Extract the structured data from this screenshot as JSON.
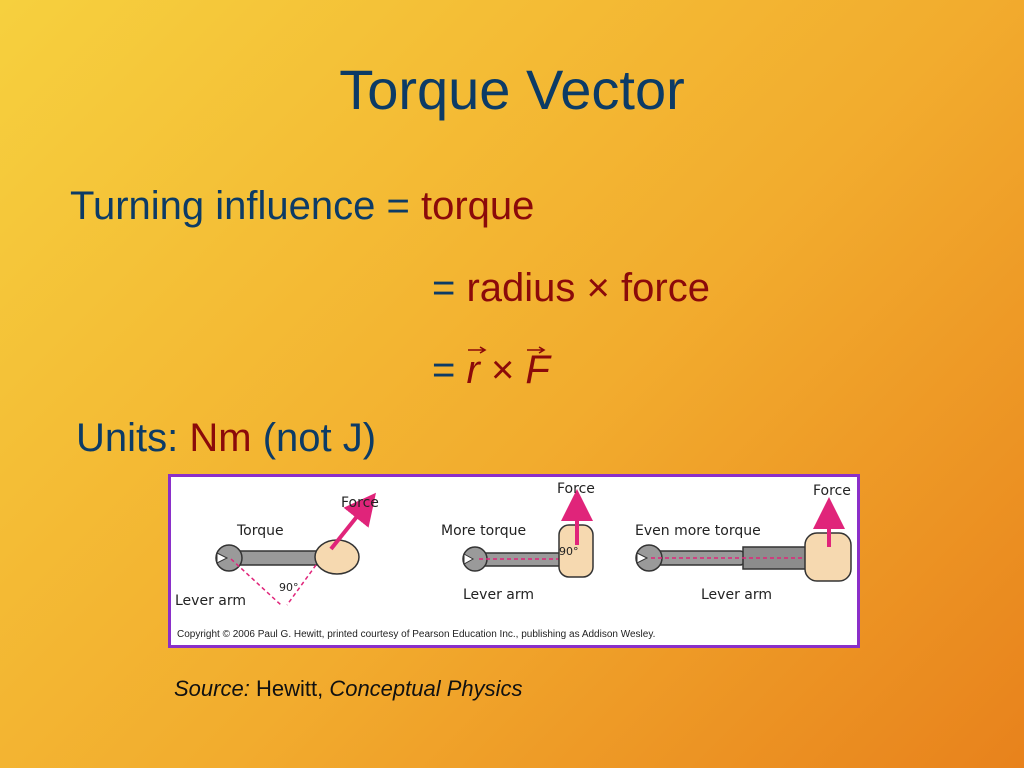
{
  "slide": {
    "title": "Torque Vector",
    "line1": {
      "label": "Turning influence",
      "eq": "=",
      "value": "torque"
    },
    "line2": {
      "eq": "=",
      "value": "radius × force"
    },
    "line3": {
      "eq": "=",
      "r": "r",
      "times": "×",
      "F": "F"
    },
    "units": {
      "label": "Units:",
      "value": "Nm",
      "note": "(not J)"
    }
  },
  "figure": {
    "panels": [
      {
        "caption": "Torque",
        "force_label": "Force",
        "lever_label": "Lever arm",
        "angle": "90°"
      },
      {
        "caption": "More torque",
        "force_label": "Force",
        "lever_label": "Lever arm",
        "angle": "90°"
      },
      {
        "caption": "Even more torque",
        "force_label": "Force",
        "lever_label": "Lever arm"
      }
    ],
    "copyright": "Copyright © 2006 Paul G. Hewitt, printed courtesy of Pearson Education Inc., publishing as Addison Wesley.",
    "colors": {
      "border": "#8a2fc9",
      "force_arrow": "#e0247a",
      "wrench": "#9a9a9a"
    }
  },
  "source": {
    "prefix": "Source:",
    "author": "Hewitt,",
    "book": "Conceptual Physics"
  }
}
